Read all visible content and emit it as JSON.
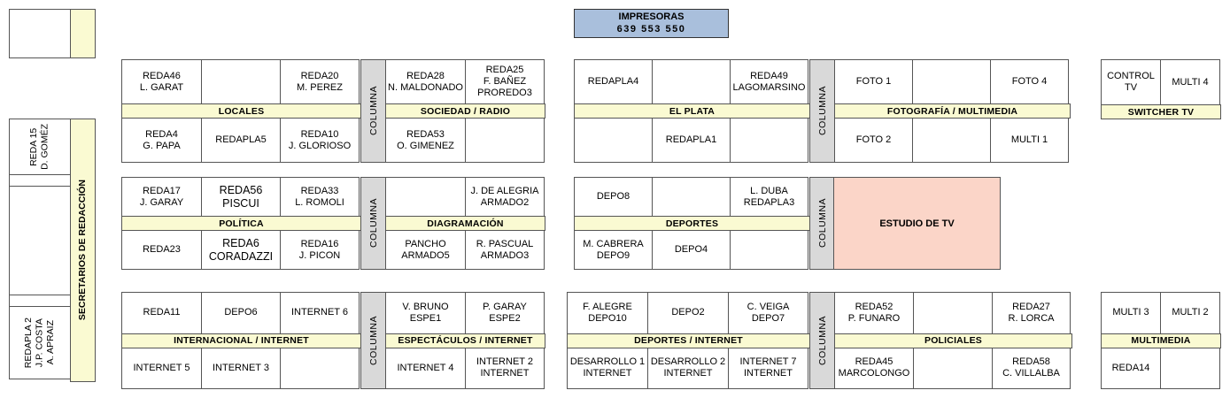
{
  "printers": {
    "title": "IMPRESORAS",
    "numbers": "639  553  550",
    "color": "#A9BFDC"
  },
  "colors": {
    "band": "#FAFAD2",
    "columna": "#D9D9D9",
    "studio": "#FBD5C8",
    "border": "#555555"
  },
  "columna_label": "COLUMNA",
  "sidebar": {
    "title": "SECRETARIOS DE REDACCIÓN",
    "cells": [
      {
        "text": ""
      },
      {
        "text": "REDA 15\nD. GOMÉZ"
      },
      {
        "text": ""
      },
      {
        "text": ""
      },
      {
        "text": ""
      },
      {
        "text": "REDAPLA 2\nJ.P. COSTA\nA. APRAIZ"
      }
    ]
  },
  "blocks": [
    {
      "name": "locales",
      "label": "LOCALES",
      "top": [
        "REDA46\nL. GARAT",
        "",
        "REDA20\nM. PEREZ"
      ],
      "bottom": [
        "REDA4\nG. PAPA",
        "REDAPLA5",
        "REDA10\nJ. GLORIOSO"
      ]
    },
    {
      "name": "sociedad-radio",
      "label": "SOCIEDAD / RADIO",
      "top": [
        "REDA28\nN. MALDONADO",
        "REDA25\nF. BAÑEZ\nPROREDO3"
      ],
      "bottom": [
        "REDA53\nO. GIMENEZ",
        ""
      ]
    },
    {
      "name": "el-plata",
      "label": "EL PLATA",
      "top": [
        "REDAPLA4",
        "",
        "REDA49\nLAGOMARSINO"
      ],
      "bottom": [
        "",
        "REDAPLA1",
        ""
      ]
    },
    {
      "name": "fotografia-multimedia",
      "label": "FOTOGRAFÍA / MULTIMEDIA",
      "top": [
        "FOTO 1",
        "",
        "FOTO 4"
      ],
      "bottom": [
        "FOTO 2",
        "",
        "MULTI 1"
      ]
    },
    {
      "name": "switcher-tv",
      "label": "SWITCHER TV",
      "top": [
        "CONTROL TV",
        "MULTI 4"
      ],
      "bottom": []
    },
    {
      "name": "politica",
      "label": "POLÍTICA",
      "top": [
        "REDA17\nJ. GARAY",
        "REDA56\nPISCUI",
        "REDA33\nL. ROMOLI"
      ],
      "bottom": [
        "REDA23",
        "REDA6\nCORADAZZI",
        "REDA16\nJ. PICON"
      ]
    },
    {
      "name": "diagramacion",
      "label": "DIAGRAMACIÓN",
      "top": [
        "",
        "J. DE ALEGRIA\nARMADO2"
      ],
      "bottom": [
        "PANCHO\nARMADO5",
        "R. PASCUAL\nARMADO3"
      ]
    },
    {
      "name": "deportes",
      "label": "DEPORTES",
      "top": [
        "DEPO8",
        "",
        "L. DUBA\nREDAPLA3"
      ],
      "bottom": [
        "M. CABRERA\nDEPO9",
        "DEPO4",
        ""
      ]
    },
    {
      "name": "estudio-de-tv",
      "label": "ESTUDIO DE TV",
      "top": [],
      "bottom": []
    },
    {
      "name": "internacional-internet",
      "label": "INTERNACIONAL / INTERNET",
      "top": [
        "REDA11",
        "DEPO6",
        "INTERNET 6"
      ],
      "bottom": [
        "INTERNET 5",
        "INTERNET 3",
        ""
      ]
    },
    {
      "name": "espectaculos-internet",
      "label": "ESPECTÁCULOS / INTERNET",
      "top": [
        "V. BRUNO\nESPE1",
        "P. GARAY\nESPE2"
      ],
      "bottom": [
        "INTERNET 4",
        "INTERNET 2\nINTERNET"
      ]
    },
    {
      "name": "deportes-internet",
      "label": "DEPORTES / INTERNET",
      "top": [
        "F. ALEGRE\nDEPO10",
        "DEPO2",
        "C. VEIGA\nDEPO7"
      ],
      "bottom": [
        "DESARROLLO 1\nINTERNET",
        "DESARROLLO 2\nINTERNET",
        "INTERNET 7\nINTERNET"
      ]
    },
    {
      "name": "policiales",
      "label": "POLICIALES",
      "top": [
        "REDA52\nP. FUNARO",
        "",
        "REDA27\nR. LORCA"
      ],
      "bottom": [
        "REDA45\nMARCOLONGO",
        "",
        "REDA58\nC. VILLALBA"
      ]
    },
    {
      "name": "multimedia",
      "label": "MULTIMEDIA",
      "top": [
        "MULTI 3",
        "MULTI 2"
      ],
      "bottom": [
        "REDA14",
        ""
      ]
    }
  ]
}
